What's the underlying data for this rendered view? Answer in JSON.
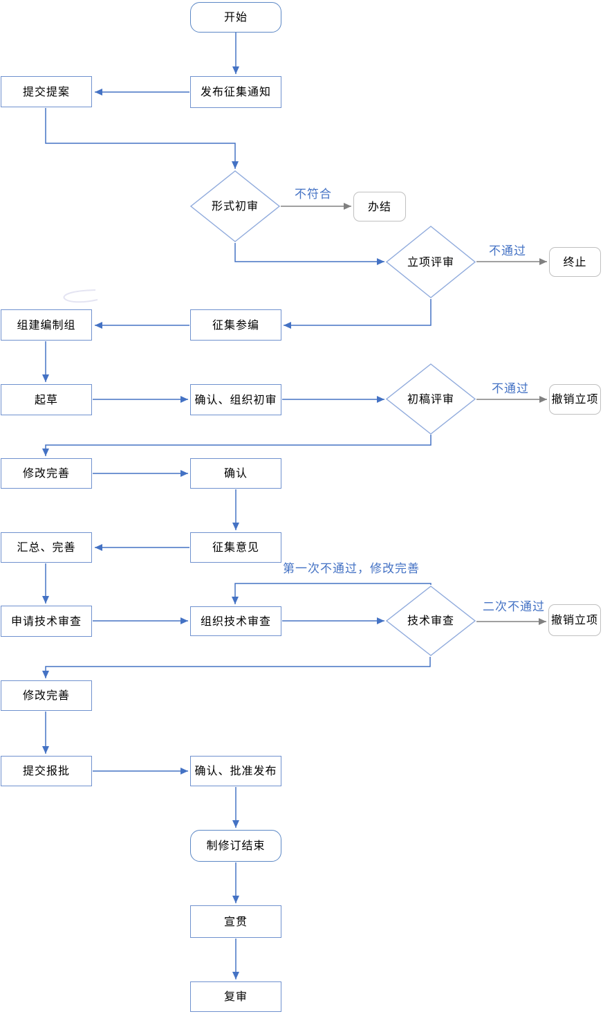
{
  "diagram": {
    "nodes": {
      "start": {
        "label": "开始"
      },
      "publish_notice": {
        "label": "发布征集通知"
      },
      "submit_proposal": {
        "label": "提交提案"
      },
      "form_review": {
        "label": "形式初审"
      },
      "close_case": {
        "label": "办结"
      },
      "project_review": {
        "label": "立项评审"
      },
      "terminate": {
        "label": "终止"
      },
      "collect_participants": {
        "label": "征集参编"
      },
      "form_group": {
        "label": "组建编制组"
      },
      "draft": {
        "label": "起草"
      },
      "confirm_org_review": {
        "label": "确认、组织初审"
      },
      "draft_review": {
        "label": "初稿评审"
      },
      "cancel_project_1": {
        "label": "撤销立项"
      },
      "revise_1": {
        "label": "修改完善"
      },
      "confirm": {
        "label": "确认"
      },
      "collect_opinions": {
        "label": "征集意见"
      },
      "summarize": {
        "label": "汇总、完善"
      },
      "apply_tech_review": {
        "label": "申请技术审查"
      },
      "organize_tech_review": {
        "label": "组织技术审查"
      },
      "tech_review": {
        "label": "技术审查"
      },
      "cancel_project_2": {
        "label": "撤销立项"
      },
      "revise_2": {
        "label": "修改完善"
      },
      "submit_approval": {
        "label": "提交报批"
      },
      "confirm_approve_publish": {
        "label": "确认、批准发布"
      },
      "end_revision": {
        "label": "制修订结束"
      },
      "promote": {
        "label": "宣贯"
      },
      "review": {
        "label": "复审"
      }
    },
    "edge_labels": {
      "not_conform": "不符合",
      "not_pass_1": "不通过",
      "not_pass_2": "不通过",
      "first_fail_revise": "第一次不通过，修改完善",
      "second_fail": "二次不通过"
    },
    "colors": {
      "connector_blue": "#4472C4",
      "rect_border": "#6E90CE",
      "diamond_border": "#8FAADC",
      "rounded_border": "#5B87C5",
      "gray_connector": "#808080",
      "gray_border": "#BFBFBF",
      "edge_label_text": "#4472C4",
      "node_text": "#000000"
    }
  }
}
